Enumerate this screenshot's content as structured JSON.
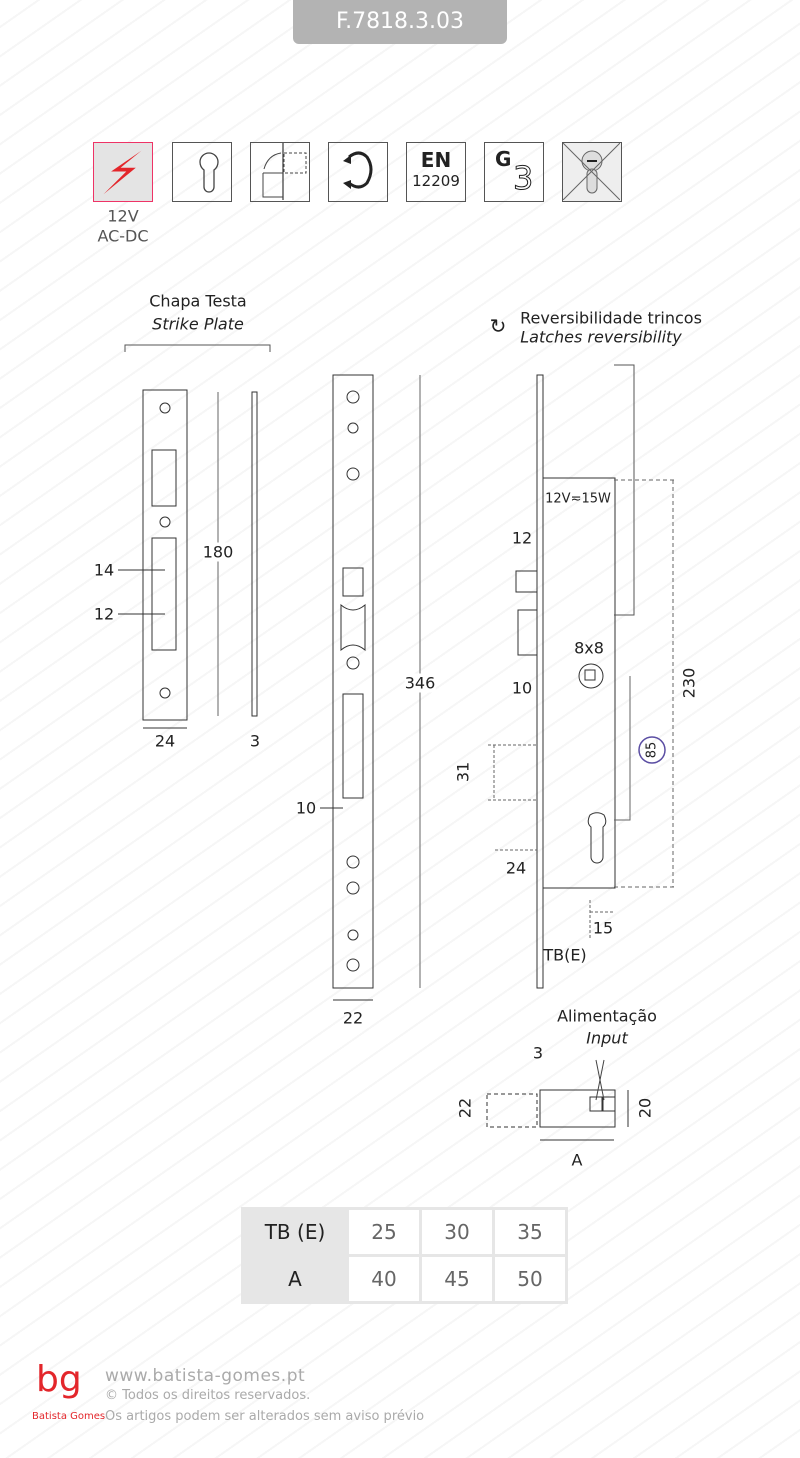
{
  "header": {
    "code": "F.7818.3.03"
  },
  "icons": [
    {
      "name": "electric-icon",
      "label_line1": "12V",
      "label_line2": "AC-DC"
    },
    {
      "name": "euro-cylinder-icon"
    },
    {
      "name": "door-reversible-icon"
    },
    {
      "name": "reversible-latch-icon"
    },
    {
      "name": "en-standard-icon",
      "line1": "EN",
      "line2": "12209"
    },
    {
      "name": "grade-icon",
      "line1": "G",
      "line2": "3"
    },
    {
      "name": "no-cylinder-icon"
    }
  ],
  "strike_plate": {
    "title": "Chapa Testa",
    "subtitle": "Strike Plate",
    "dims": {
      "height": "180",
      "width": "24",
      "thickness": "3",
      "a": "14",
      "b": "12"
    }
  },
  "faceplate": {
    "dims": {
      "length": "346",
      "width": "22",
      "offset": "10"
    }
  },
  "lock": {
    "title": "Reversibilidade trincos",
    "subtitle": "Latches reversibility",
    "rating": "12V≂15W",
    "square": "8x8",
    "dims": {
      "latch": "12",
      "gap": "10",
      "swing": "31",
      "depth": "24",
      "height": "230",
      "center": "85",
      "offset": "15",
      "backset": "TB(E)"
    }
  },
  "input": {
    "title": "Alimentação",
    "subtitle": "Input",
    "dims": {
      "gap": "3",
      "left": "22",
      "right": "20",
      "length": "A"
    }
  },
  "table": {
    "rows": [
      {
        "head": "TB (E)",
        "values": [
          "25",
          "30",
          "35"
        ]
      },
      {
        "head": "A",
        "values": [
          "40",
          "45",
          "50"
        ]
      }
    ]
  },
  "footer": {
    "brand": "Batista Gomes",
    "url": "www.batista-gomes.pt",
    "rights": "Todos os direitos reservados.",
    "notice": "Os artigos podem ser alterados sem aviso prévio"
  },
  "colors": {
    "accent": "#e3262b",
    "circle": "#5b4ea3"
  }
}
